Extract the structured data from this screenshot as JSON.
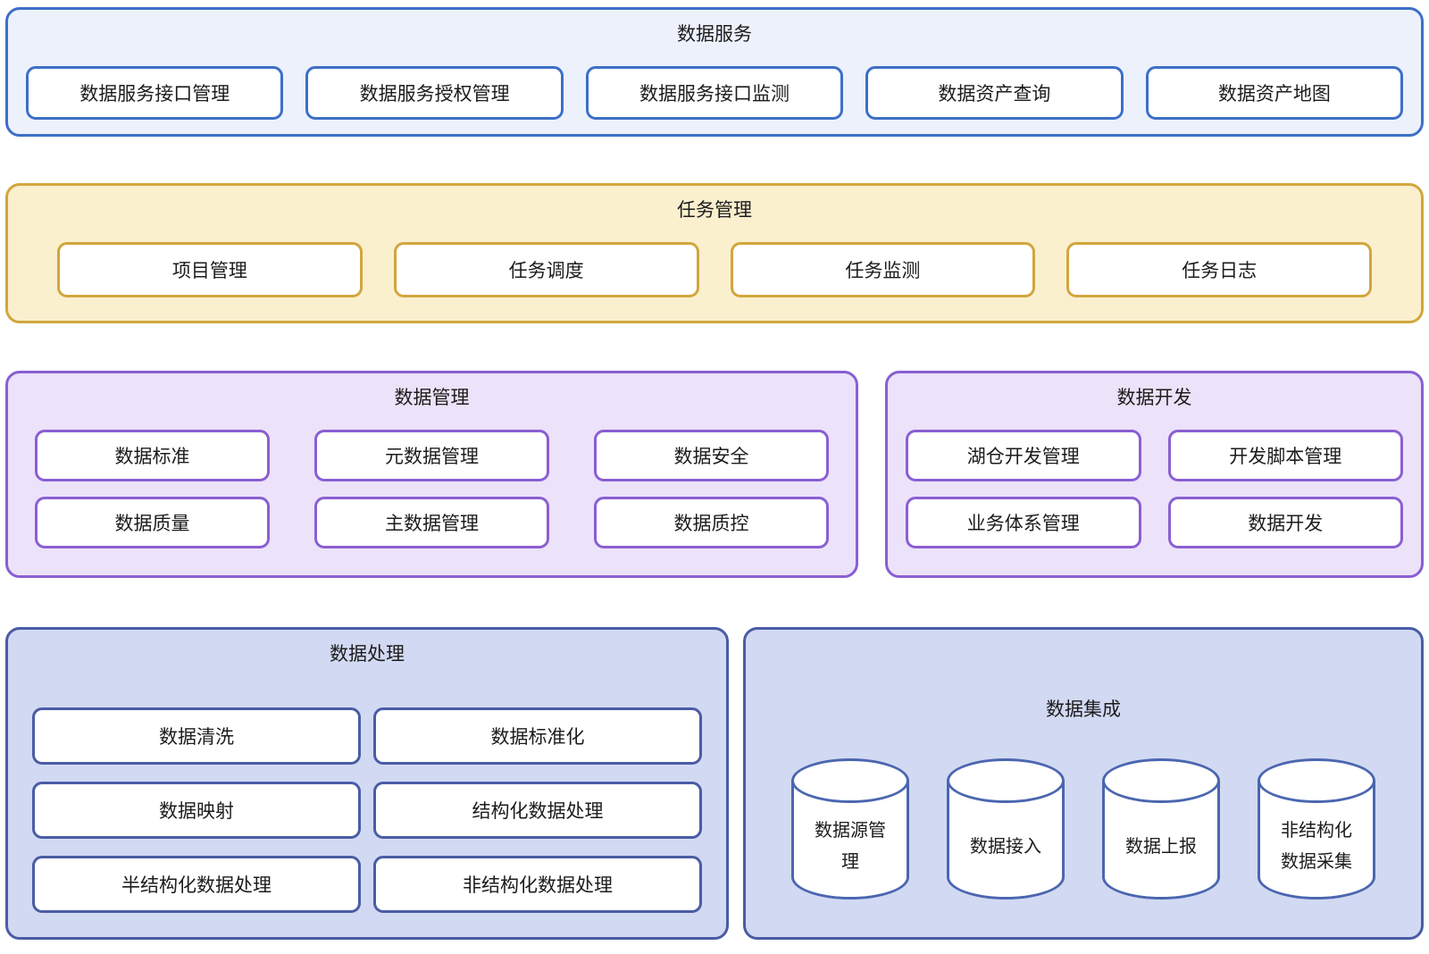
{
  "diagram": {
    "sections": {
      "data_service": {
        "title": "数据服务",
        "items": [
          "数据服务接口管理",
          "数据服务授权管理",
          "数据服务接口监测",
          "数据资产查询",
          "数据资产地图"
        ]
      },
      "task_management": {
        "title": "任务管理",
        "items": [
          "项目管理",
          "任务调度",
          "任务监测",
          "任务日志"
        ]
      },
      "data_management": {
        "title": "数据管理",
        "items": [
          "数据标准",
          "元数据管理",
          "数据安全",
          "数据质量",
          "主数据管理",
          "数据质控"
        ]
      },
      "data_development": {
        "title": "数据开发",
        "items": [
          "湖仓开发管理",
          "开发脚本管理",
          "业务体系管理",
          "数据开发"
        ]
      },
      "data_processing": {
        "title": "数据处理",
        "items": [
          "数据清洗",
          "数据标准化",
          "数据映射",
          "结构化数据处理",
          "半结构化数据处理",
          "非结构化数据处理"
        ]
      },
      "data_integration": {
        "title": "数据集成",
        "items": [
          "数据源管理",
          "数据接入",
          "数据上报",
          "非结构化数据采集"
        ]
      }
    },
    "colors": {
      "service_border": "#3d6fc7",
      "service_fill": "#ecf1fc",
      "task_border": "#d2a63d",
      "task_fill": "#faf0ce",
      "purple_border": "#8a5fd2",
      "purple_fill": "#ece2f9",
      "slate_border": "#4a5ca5",
      "slate_fill": "#d2d9f2",
      "cylinder_border": "#4b66b0",
      "box_fill": "#ffffff",
      "text": "#1c1c1c"
    }
  }
}
